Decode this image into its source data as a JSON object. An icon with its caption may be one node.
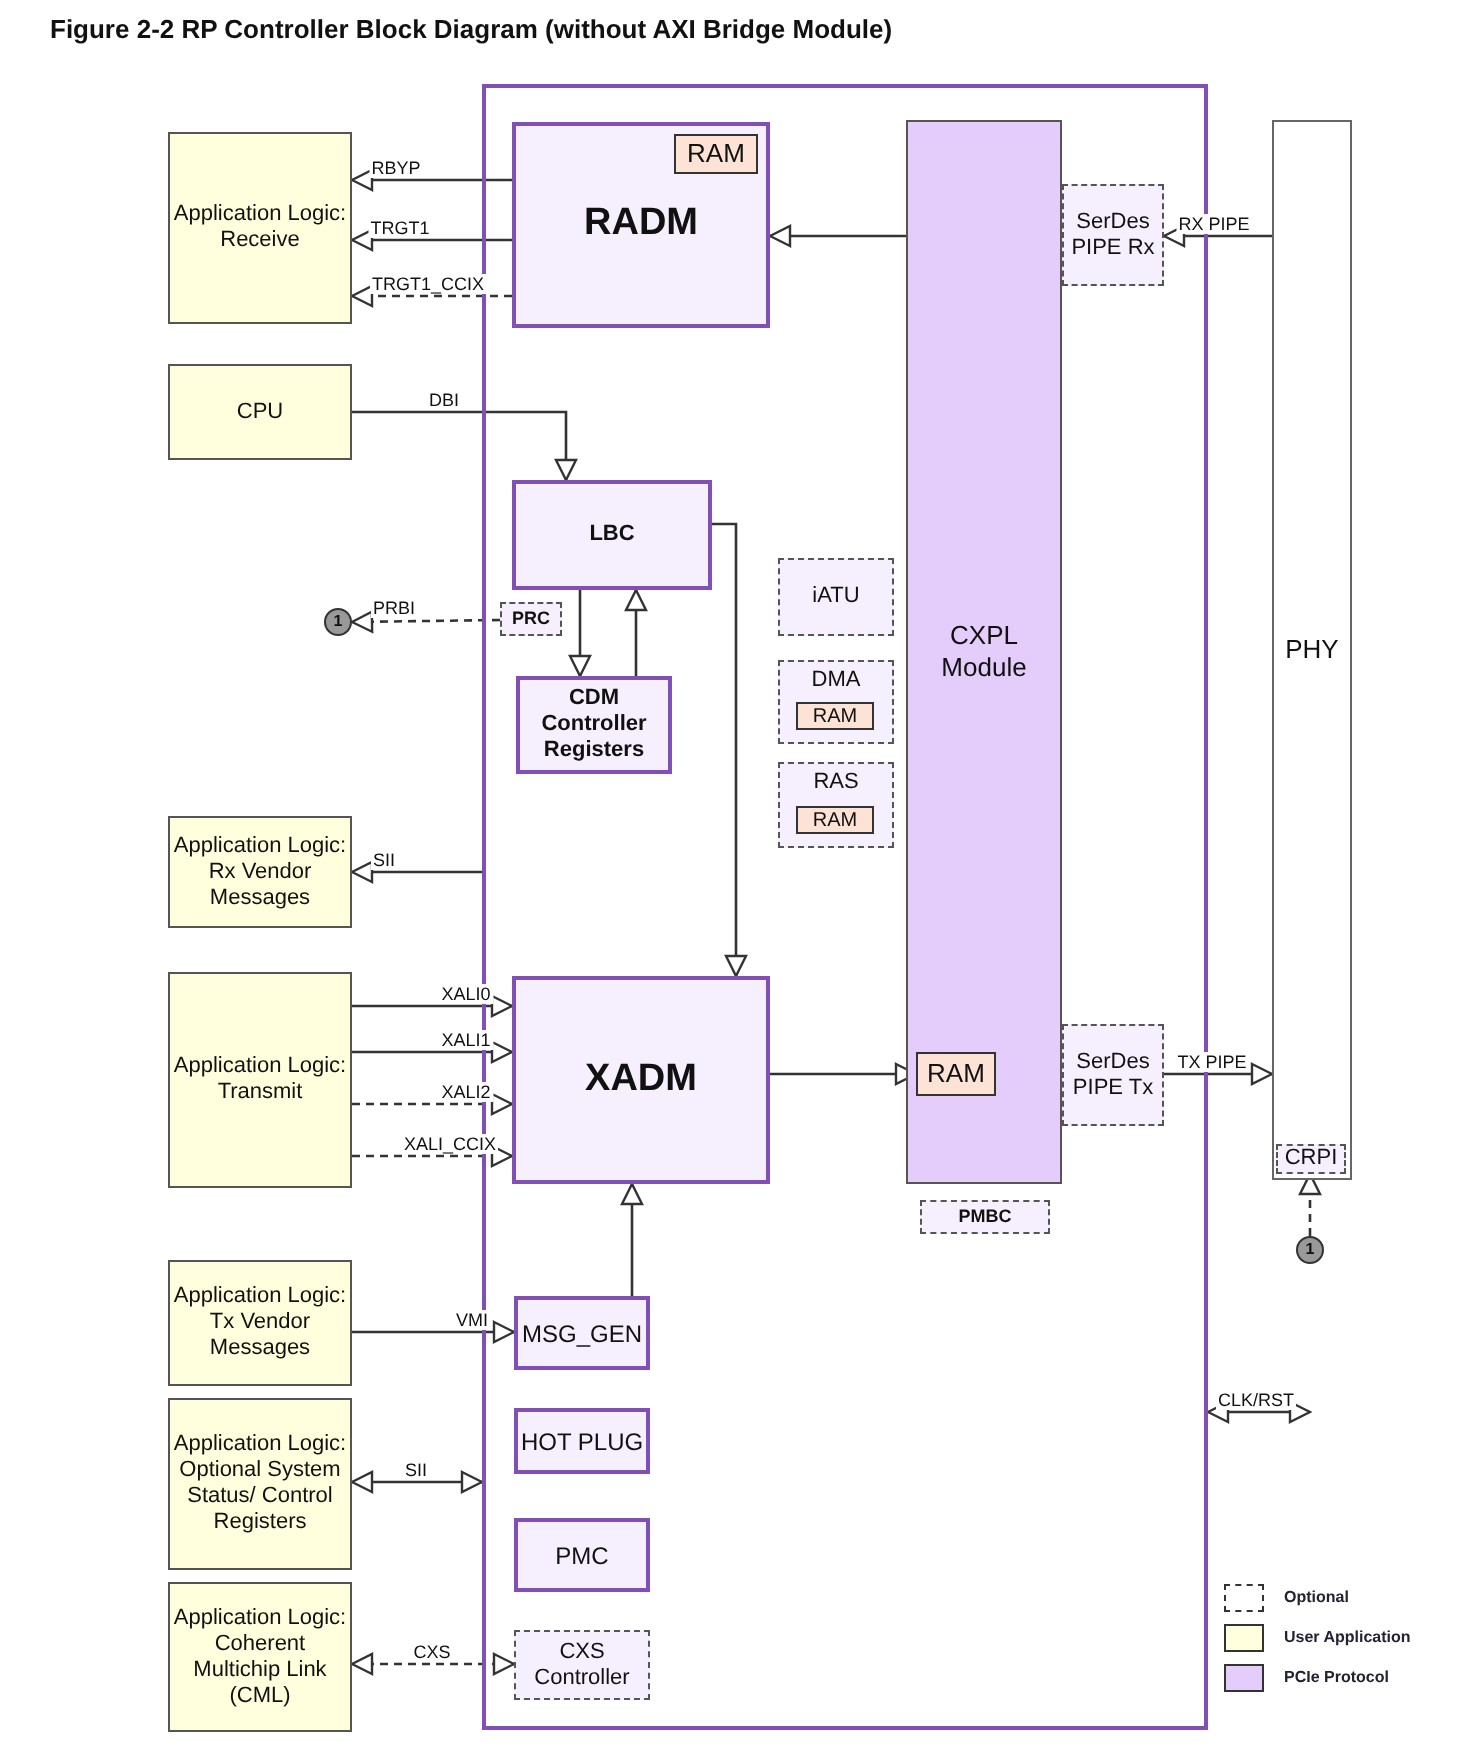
{
  "diagram": {
    "title": "Figure 2-2 RP Controller Block Diagram (without AXI Bridge Module)",
    "nodes": [
      {
        "text": [],
        "shape": "box"
      },
      {
        "text": [
          "Application Logic: Receive"
        ]
      },
      {
        "text": [
          "RADM"
        ],
        "in": 0
      },
      {
        "text": [
          "RAM"
        ],
        "in": 2
      },
      {
        "text": [
          "CPU"
        ]
      },
      {
        "text": [
          "LBC"
        ],
        "in": 0
      },
      {
        "text": [
          "PRC"
        ],
        "in": 0
      },
      {
        "text": [
          "1"
        ]
      },
      {
        "text": [
          "CDM Controller Registers"
        ],
        "in": 0
      },
      {
        "text": [
          "iATU"
        ],
        "in": 0
      },
      {
        "text": [
          "DMA"
        ],
        "in": 0
      },
      {
        "text": [
          "RAM"
        ],
        "in": 10
      },
      {
        "text": [
          "RAS"
        ],
        "in": 0
      },
      {
        "text": [
          "RAM"
        ],
        "in": 12
      },
      {
        "text": [
          "CXPL Module"
        ],
        "in": 0
      },
      {
        "text": [
          "SerDes PIPE Rx"
        ],
        "in": 0
      },
      {
        "text": [
          "Application Logic: Rx Vendor Messages"
        ]
      },
      {
        "text": [
          "Application Logic: Transmit"
        ]
      },
      {
        "text": [
          "XADM"
        ],
        "in": 0
      },
      {
        "text": [
          "RAM"
        ],
        "in": 14
      },
      {
        "text": [
          "SerDes PIPE Tx"
        ],
        "in": 0
      },
      {
        "text": [
          "PMBC"
        ],
        "in": 0
      },
      {
        "text": [
          "PHY"
        ]
      },
      {
        "text": [
          "CRPI"
        ],
        "in": 22
      },
      {
        "text": [
          "1"
        ]
      },
      {
        "text": [
          "Application Logic: Tx Vendor Messages"
        ]
      },
      {
        "text": [
          "MSG_GEN"
        ],
        "in": 0
      },
      {
        "text": [
          "Application Logic: Optional System Status/ Control Registers"
        ]
      },
      {
        "text": [
          "HOT PLUG"
        ],
        "in": 0
      },
      {
        "text": [
          "PMC"
        ],
        "in": 0
      },
      {
        "text": [
          "Application Logic: Coherent Multichip Link (CML)"
        ]
      },
      {
        "text": [
          "CXS Controller"
        ],
        "in": 0
      }
    ],
    "edges": [
      {
        "from": 2,
        "to": 1,
        "arrow": "to",
        "label": "RBYP"
      },
      {
        "from": 2,
        "to": 1,
        "arrow": "to",
        "label": "TRGT1"
      },
      {
        "from": 2,
        "to": 1,
        "arrow": "to",
        "label": "TRGT1_CCIX",
        "style": "dashed"
      },
      {
        "from": 4,
        "to": 5,
        "arrow": "to",
        "label": "DBI"
      },
      {
        "from": 5,
        "to": 8,
        "arrow": "to"
      },
      {
        "from": 8,
        "to": 5,
        "arrow": "to"
      },
      {
        "from": 6,
        "to": 7,
        "arrow": "to",
        "label": "PRBI",
        "style": "dashed"
      },
      {
        "from": 5,
        "to": 18,
        "arrow": "to"
      },
      {
        "from": 14,
        "to": 2,
        "arrow": "to"
      },
      {
        "from": 22,
        "to": 15,
        "arrow": "to",
        "label": "RX PIPE"
      },
      {
        "from": 0,
        "to": 16,
        "arrow": "to",
        "label": "SII"
      },
      {
        "from": 17,
        "to": 18,
        "arrow": "to",
        "label": "XALI0"
      },
      {
        "from": 17,
        "to": 18,
        "arrow": "to",
        "label": "XALI1"
      },
      {
        "from": 17,
        "to": 18,
        "arrow": "to",
        "label": "XALI2",
        "style": "dashed"
      },
      {
        "from": 17,
        "to": 18,
        "arrow": "to",
        "label": "XALI_CCIX",
        "style": "dashed"
      },
      {
        "from": 18,
        "to": 19,
        "arrow": "to"
      },
      {
        "from": 20,
        "to": 22,
        "arrow": "to",
        "label": "TX PIPE"
      },
      {
        "from": 24,
        "to": 23,
        "arrow": "to",
        "style": "dashed"
      },
      {
        "from": 26,
        "to": 18,
        "arrow": "to"
      },
      {
        "from": 25,
        "to": 26,
        "arrow": "to",
        "label": "VMI"
      },
      {
        "from": 27,
        "to": 0,
        "arrow": "both",
        "label": "SII"
      },
      {
        "from": 30,
        "to": 31,
        "arrow": "both",
        "label": "CXS",
        "style": "dashed"
      },
      {
        "from": 0,
        "to": null,
        "arrow": "both",
        "label": "CLK/RST"
      }
    ],
    "legend": [
      {
        "text": "Optional"
      },
      {
        "text": "User Application",
        "color": "#ffffdd"
      },
      {
        "text": "PCIe Protocol",
        "color": "#e4ccfb"
      }
    ]
  }
}
